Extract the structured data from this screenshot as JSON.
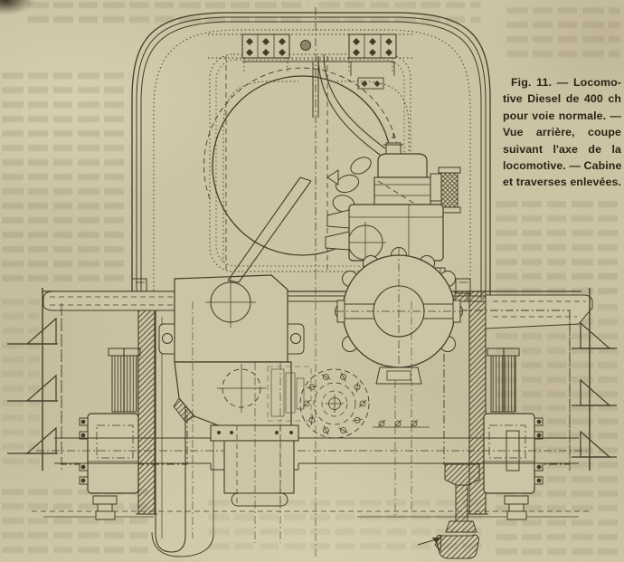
{
  "palette": {
    "paper": "#cdc4a5",
    "ink": "#453b28",
    "caption-ink": "#2b2417"
  },
  "figure": {
    "caption_text": "Fig. 11. — Locomotive Diesel de 400 ch pour voie normale. — Vue arrière, coupe suivant l'axe de la locomotive. — Cabine et traverses enlevées.",
    "caption_lines": [
      "Fig. 11. — Locomo-",
      "tive Diesel de 400 ch",
      "pour voie normale. —",
      "Vue arrière, coupe",
      "suivant l'axe de la",
      "locomotive. — Cabine",
      "et traverses enlevées."
    ]
  }
}
